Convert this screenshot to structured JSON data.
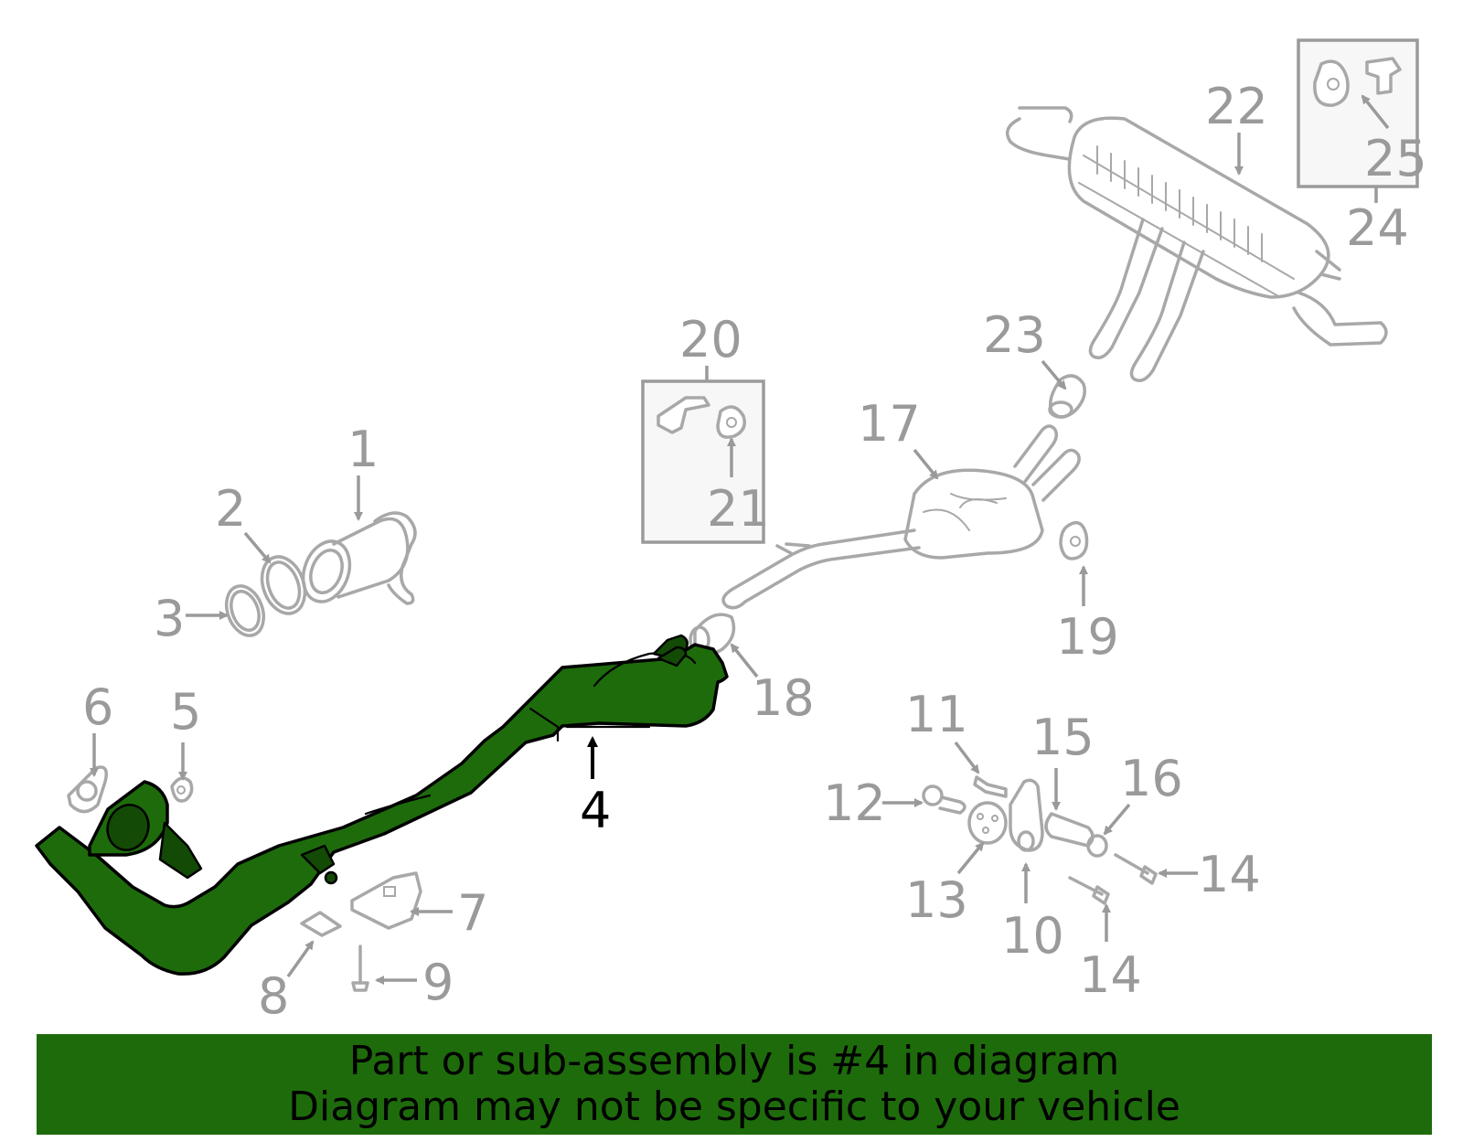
{
  "callouts": [
    "1",
    "2",
    "3",
    "4",
    "5",
    "6",
    "7",
    "8",
    "9",
    "10",
    "11",
    "12",
    "13",
    "14",
    "14",
    "15",
    "16",
    "17",
    "18",
    "19",
    "20",
    "21",
    "22",
    "23",
    "24",
    "25"
  ],
  "highlighted_part": "4",
  "banner": {
    "line1": "Part or sub-assembly is #4 in diagram",
    "line2": "Diagram may not be specific to your vehicle"
  },
  "colors": {
    "highlight": "#1e6b0c",
    "parts": "#a8a8a8",
    "labels": "#9a9a9a"
  }
}
